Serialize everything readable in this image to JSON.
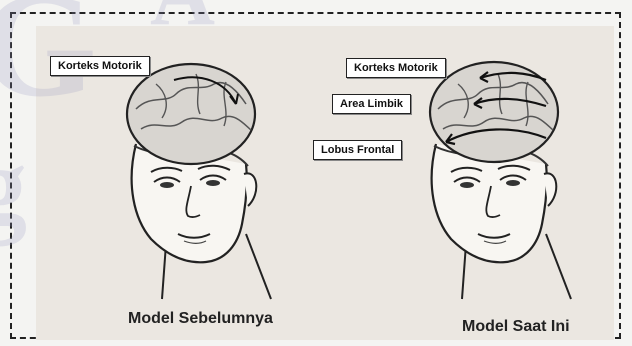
{
  "left_model": {
    "labels": {
      "motor_cortex": "Korteks Motorik"
    },
    "caption": "Model Sebelumnya"
  },
  "right_model": {
    "labels": {
      "motor_cortex": "Korteks Motorik",
      "limbic_area": "Area Limbik",
      "frontal_lobe": "Lobus Frontal"
    },
    "caption": "Model Saat Ini"
  },
  "icons": {
    "brain_left": "brain-head-icon",
    "brain_right": "brain-head-icon"
  }
}
